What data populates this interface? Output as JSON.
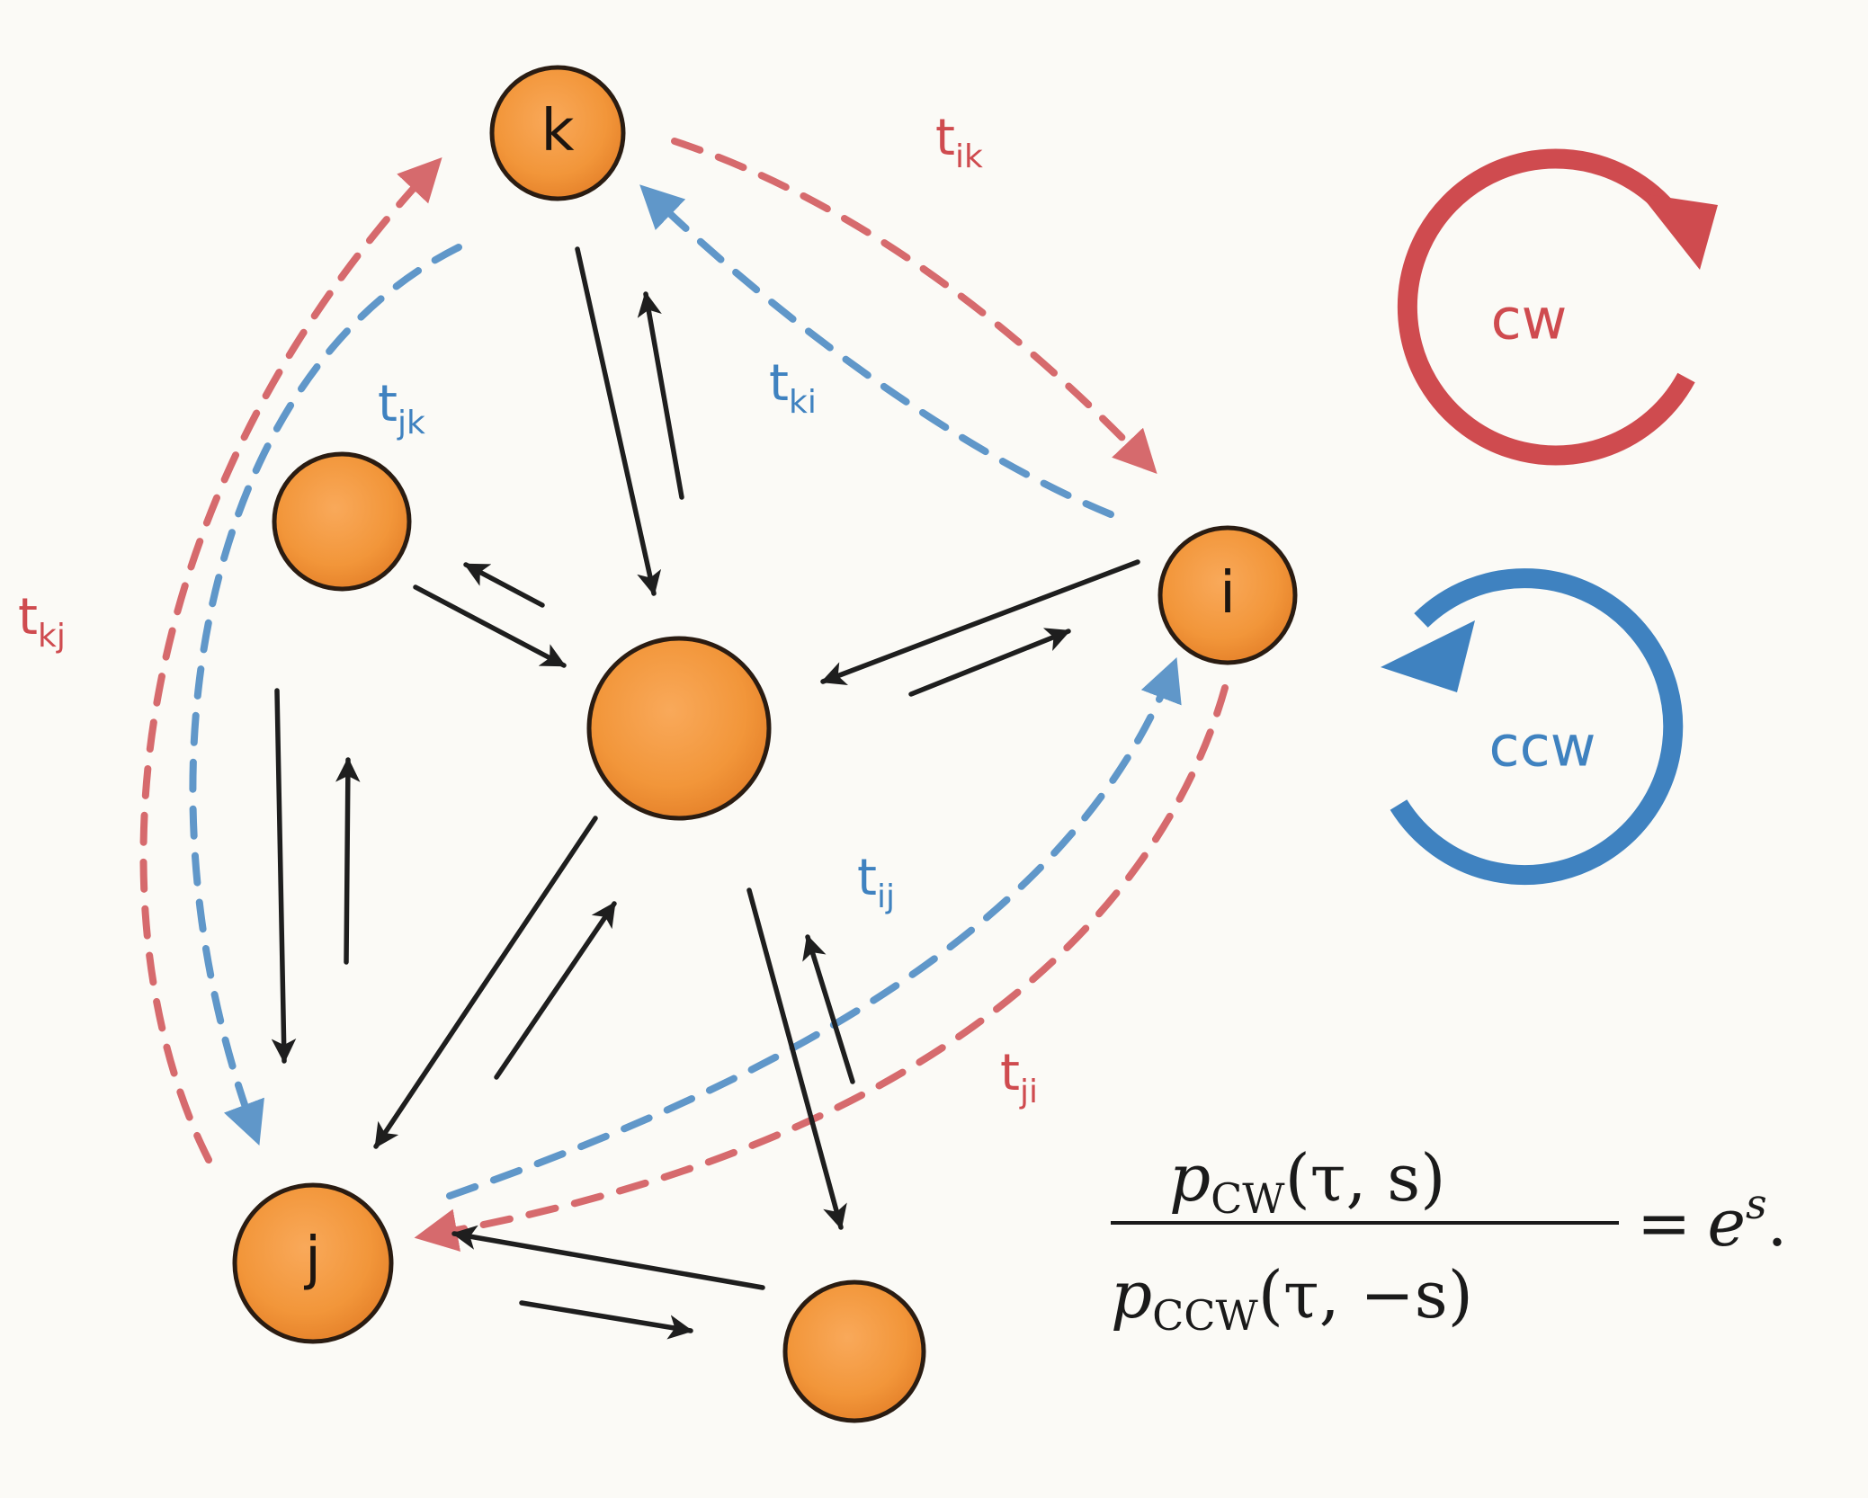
{
  "colors": {
    "node_fill": "#f2963a",
    "node_stroke": "#2a1c12",
    "edge": "#1e1e1e",
    "red": "#cf4b4f",
    "blue": "#3f82c0"
  },
  "nodes": {
    "k": "k",
    "i": "i",
    "j": "j"
  },
  "rates": {
    "ik": {
      "base": "t",
      "sub": "ik"
    },
    "ki": {
      "base": "t",
      "sub": "ki"
    },
    "jk": {
      "base": "t",
      "sub": "jk"
    },
    "kj": {
      "base": "t",
      "sub": "kj"
    },
    "ij": {
      "base": "t",
      "sub": "ij"
    },
    "ji": {
      "base": "t",
      "sub": "ji"
    }
  },
  "legend": {
    "cw": "cw",
    "ccw": "ccw"
  },
  "formula": {
    "num_p": "p",
    "num_sub": "CW",
    "num_args": "(τ, s)",
    "den_p": "p",
    "den_sub": "CCW",
    "den_args": "(τ, −s)",
    "rhs_eq": "=",
    "rhs_e": "e",
    "rhs_sup": "s",
    "rhs_dot": "."
  }
}
